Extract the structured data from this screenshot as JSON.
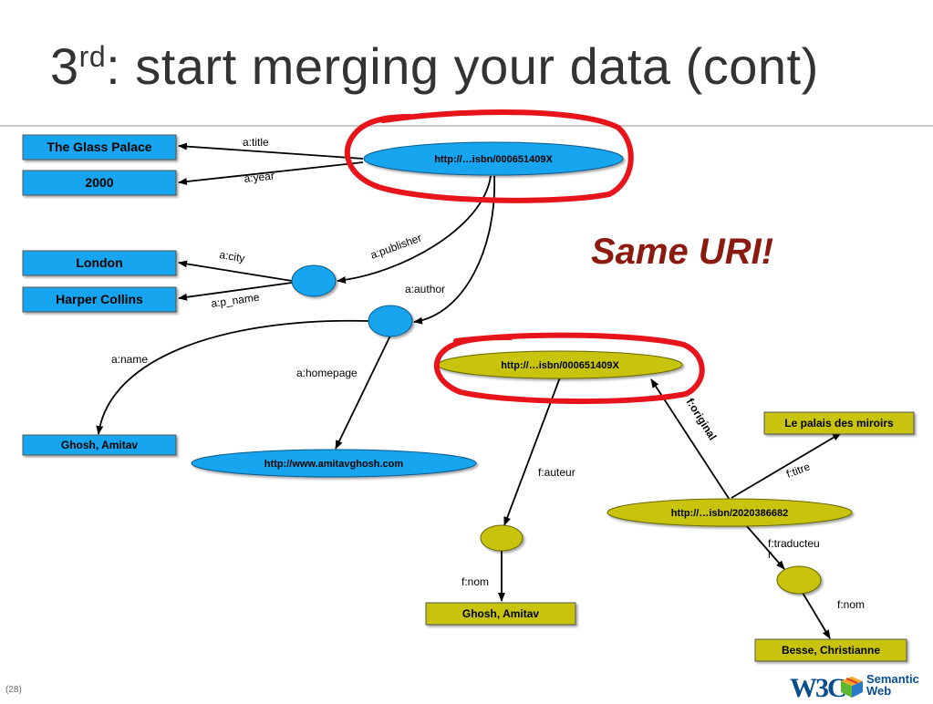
{
  "slide": {
    "title_prefix": "3",
    "title_sup": "rd",
    "title_rest": ": start merging your data (cont)",
    "callout": "Same URI!",
    "page_number": "(28)",
    "logo_w3c": "W3C",
    "logo_line1": "Semantic",
    "logo_line2": "Web"
  },
  "colors": {
    "blue_node": "#12a5ee",
    "olive_node": "#c8c40c",
    "highlight_ring": "#e8141c",
    "callout": "#8b1a10"
  },
  "graph_a": {
    "uri_node": "http://…isbn/000651409X",
    "homepage_node": "http://www.amitavghosh.com",
    "literals": {
      "title": "The Glass Palace",
      "year": "2000",
      "city": "London",
      "publisher_name": "Harper Collins",
      "author_name": "Ghosh, Amitav"
    },
    "edges": {
      "title": "a:title",
      "year": "a:year",
      "publisher": "a:publisher",
      "city": "a:city",
      "p_name": "a:p_name",
      "author": "a:author",
      "name": "a:name",
      "homepage": "a:homepage"
    }
  },
  "graph_f": {
    "uri_node": "http://…isbn/000651409X",
    "translation_node": "http://…isbn/2020386682",
    "literals": {
      "titre": "Le palais des miroirs",
      "author_name": "Ghosh, Amitav",
      "translator_name": "Besse, Christianne"
    },
    "edges": {
      "original": "f:original",
      "titre": "f:titre",
      "auteur": "f:auteur",
      "nom_author": "f:nom",
      "traducteur_line1": "f:traducteu",
      "traducteur_line2": "r",
      "nom_translator": "f:nom"
    }
  }
}
